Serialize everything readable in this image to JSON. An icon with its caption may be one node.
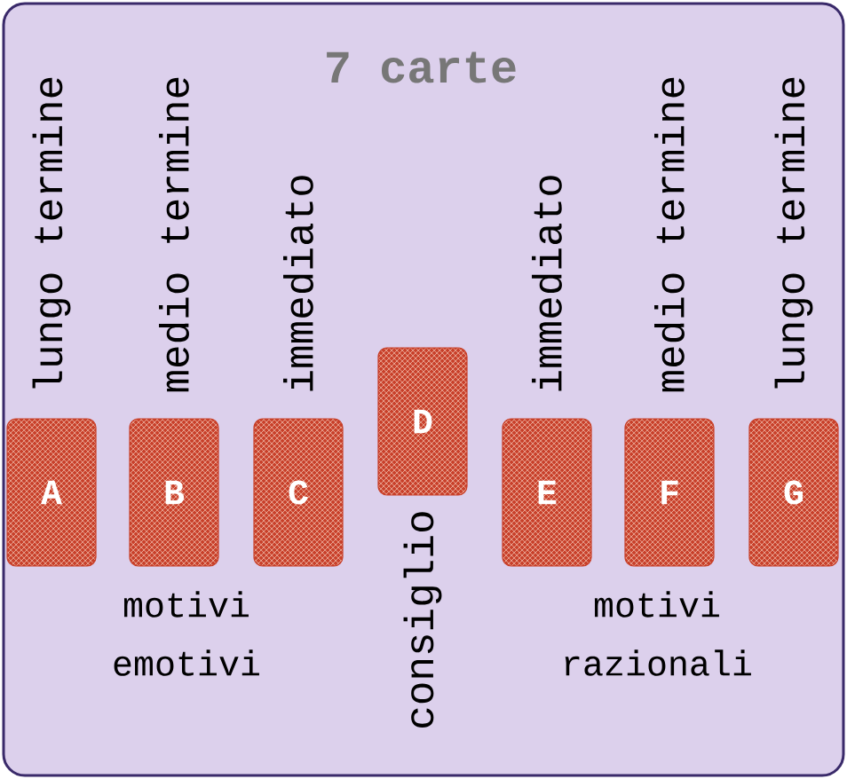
{
  "diagram": {
    "title": "7 carte",
    "nodes": [
      {
        "text": [
          "A"
        ],
        "beside": [
          "lungo termine"
        ]
      },
      {
        "text": [
          "B"
        ],
        "beside": [
          "medio termine"
        ]
      },
      {
        "text": [
          "C"
        ],
        "beside": [
          "immediato"
        ]
      },
      {
        "text": [
          "D"
        ],
        "beside": [
          "consiglio"
        ]
      },
      {
        "text": [
          "E"
        ],
        "beside": [
          "immediato"
        ]
      },
      {
        "text": [
          "F"
        ],
        "beside": [
          "medio termine"
        ]
      },
      {
        "text": [
          "G"
        ],
        "beside": [
          "lungo termine"
        ]
      }
    ],
    "labels": [
      "motivi emotivi",
      "motivi razionali"
    ]
  }
}
